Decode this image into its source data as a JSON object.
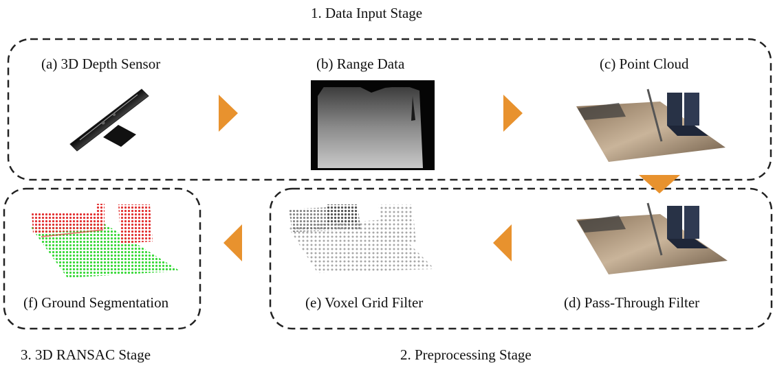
{
  "stages": {
    "input": "1. Data Input Stage",
    "preprocessing": "2. Preprocessing Stage",
    "ransac": "3. 3D RANSAC Stage"
  },
  "panels": {
    "a": "(a) 3D Depth Sensor",
    "b": "(b) Range Data",
    "c": "(c) Point Cloud",
    "d": "(d) Pass-Through Filter",
    "e": "(e) Voxel Grid Filter",
    "f": "(f) Ground Segmentation"
  },
  "colors": {
    "arrow": "#e8922e",
    "border": "#222222",
    "ground_points": "#38d838",
    "obstacle_points": "#e23030"
  }
}
